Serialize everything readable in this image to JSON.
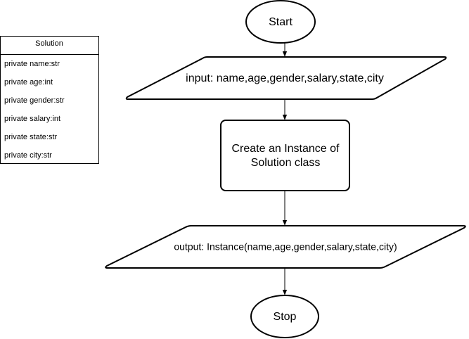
{
  "class_box": {
    "title": "Solution",
    "fields": [
      "private name:str",
      "private age:int",
      "private gender:str",
      "private salary:int",
      "private state:str",
      "private city:str"
    ]
  },
  "flowchart": {
    "start": "Start",
    "input": "input: name,age,gender,salary,state,city",
    "process_line1": "Create an Instance of",
    "process_line2": "Solution class",
    "output": "output: Instance(name,age,gender,salary,state,city)",
    "stop": "Stop"
  }
}
